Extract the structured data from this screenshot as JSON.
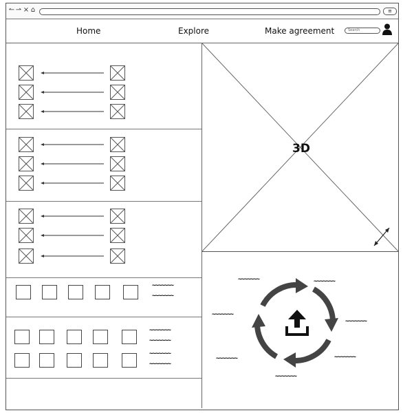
{
  "nav": {
    "items": [
      {
        "label": "Home"
      },
      {
        "label": "Explore"
      },
      {
        "label": "Make agreement"
      }
    ],
    "search_placeholder": "Search"
  },
  "viewer": {
    "label": "3D"
  },
  "placeholder_text": "~~~~~~~",
  "icons": {
    "user": "user-icon",
    "upload": "upload-icon",
    "expand": "expand-arrows-icon",
    "image": "image-placeholder-icon",
    "arrow": "left-arrow-icon"
  }
}
